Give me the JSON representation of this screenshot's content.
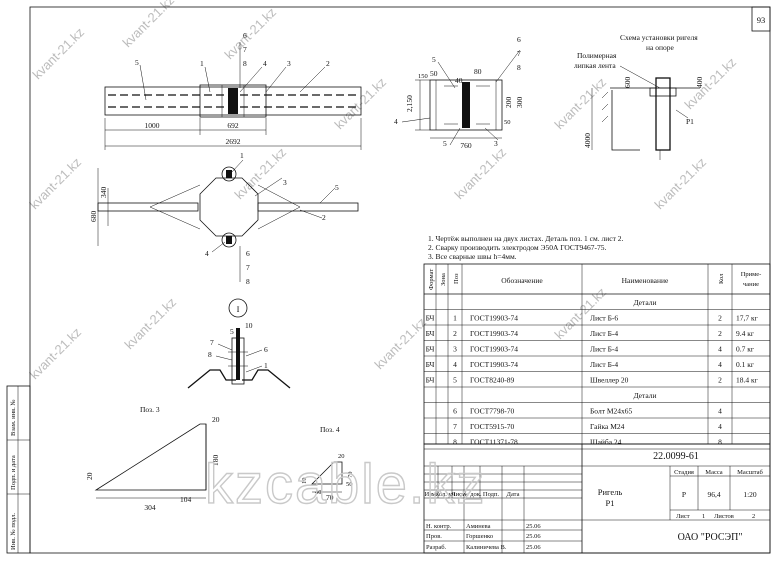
{
  "sheet": {
    "page_number": "93"
  },
  "watermark": {
    "small": "kvant-21.kz",
    "big": "kzcable.kz"
  },
  "notes": [
    "1. Чертёж выполнен на двух листах. Деталь поз. 1 см. лист 2.",
    "2. Сварку производить электродом Э50А ГОСТ9467-75.",
    "3. Все сварные швы h=4мм."
  ],
  "scheme": {
    "title_line1": "Схема установки ригеля",
    "title_line2": "на опоре",
    "tape_label_line1": "Полимерная",
    "tape_label_line2": "липкая лента",
    "part_label": "Р1",
    "dim_600": "600",
    "dim_400": "400",
    "dim_4000": "4000"
  },
  "top_view": {
    "dims": {
      "d1000": "1000",
      "d692": "692",
      "d2692": "2692"
    },
    "callouts": [
      "6",
      "7",
      "8",
      "1",
      "4",
      "3",
      "2",
      "5"
    ]
  },
  "side_view": {
    "dims": {
      "d150": "150",
      "d40": "40",
      "d80": "80",
      "d50a": "50",
      "d50b": "50",
      "d2150": "2,150",
      "d760": "760",
      "d200": "200",
      "d300": "300"
    },
    "callouts": [
      "6",
      "7",
      "8",
      "4",
      "5",
      "3"
    ]
  },
  "plan_view": {
    "dims": {
      "d340": "340",
      "d680": "680"
    },
    "callouts": [
      "1",
      "2",
      "3",
      "4",
      "5",
      "6",
      "7",
      "8"
    ]
  },
  "section": {
    "marker": "I",
    "callouts": [
      "10",
      "5",
      "7",
      "8",
      "6",
      "1"
    ]
  },
  "pos3": {
    "title": "Поз. 3",
    "dims": {
      "d20a": "20",
      "d20b": "20",
      "d180": "180",
      "d104": "104",
      "d304": "304"
    }
  },
  "pos4": {
    "title": "Поз. 4",
    "dims": {
      "d20": "20",
      "d70a": "70",
      "d70b": "70",
      "d40": "40",
      "d50": "50",
      "d10": "10"
    }
  },
  "spec": {
    "headers": {
      "format": "Формат",
      "zone": "Зона",
      "pos": "Поз",
      "designation": "Обозначение",
      "name": "Наименование",
      "qty": "Кол",
      "note": "Приме-чание"
    },
    "section_parts": "Детали",
    "section_details": "Детали",
    "rows": [
      {
        "format": "БЧ",
        "pos": "1",
        "designation": "ГОСТ19903-74",
        "name": "Лист Б-6",
        "qty": "2",
        "note": "17,7 кг"
      },
      {
        "format": "БЧ",
        "pos": "2",
        "designation": "ГОСТ19903-74",
        "name": "Лист Б-4",
        "qty": "2",
        "note": "9.4 кг"
      },
      {
        "format": "БЧ",
        "pos": "3",
        "designation": "ГОСТ19903-74",
        "name": "Лист Б-4",
        "qty": "4",
        "note": "0.7 кг"
      },
      {
        "format": "БЧ",
        "pos": "4",
        "designation": "ГОСТ19903-74",
        "name": "Лист Б-4",
        "qty": "4",
        "note": "0.1 кг"
      },
      {
        "format": "БЧ",
        "pos": "5",
        "designation": "ГОСТ8240-89",
        "name": "Швеллер 20",
        "qty": "2",
        "note": "18.4 кг"
      }
    ],
    "rows2": [
      {
        "format": "",
        "pos": "6",
        "designation": "ГОСТ7798-70",
        "name": "Болт М24х65",
        "qty": "4",
        "note": ""
      },
      {
        "format": "",
        "pos": "7",
        "designation": "ГОСТ5915-70",
        "name": "Гайка М24",
        "qty": "4",
        "note": ""
      },
      {
        "format": "",
        "pos": "8",
        "designation": "ГОСТ11371-78",
        "name": "Шайба 24",
        "qty": "8",
        "note": ""
      }
    ]
  },
  "title_block": {
    "doc_code": "22.0099-61",
    "name_line1": "Ригель",
    "name_line2": "Р1",
    "stage_h": "Стадия",
    "mass_h": "Масса",
    "scale_h": "Масштаб",
    "stage": "Р",
    "mass": "96,4",
    "scale": "1:20",
    "sheet_label": "Лист",
    "sheet_no": "1",
    "sheets_label": "Листов",
    "sheets_no": "2",
    "org": "ОАО \"РОСЭП\"",
    "hdr": [
      "Изм.",
      "Кол. уч",
      "Лист",
      "№ док.",
      "Подп.",
      "Дата"
    ],
    "roles": [
      {
        "role": "Н. контр.",
        "name": "Аминева",
        "date": "25.06"
      },
      {
        "role": "Пров.",
        "name": "Горшенко",
        "date": "25.06"
      },
      {
        "role": "Разраб.",
        "name": "Калиничева В.",
        "date": "25.06"
      }
    ]
  },
  "side_stamps": [
    "Взам. инв. №",
    "Подп. и дата",
    "Инв. № подл."
  ]
}
